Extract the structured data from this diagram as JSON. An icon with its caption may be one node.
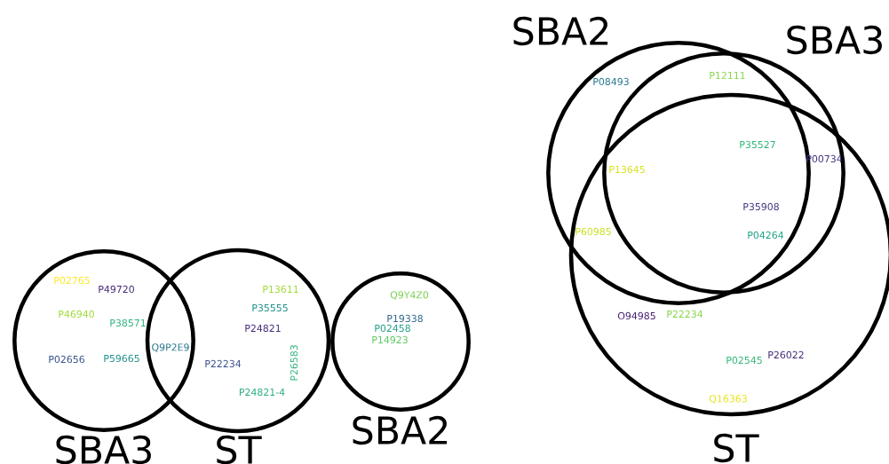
{
  "diagram": {
    "nodes": [
      {
        "text": [
          "SBA3"
        ]
      },
      {
        "text": [
          "ST"
        ]
      },
      {
        "text": [
          "SBA2"
        ]
      },
      {
        "text": [
          "SBA2"
        ]
      },
      {
        "text": [
          "SBA3"
        ]
      },
      {
        "text": [
          "ST"
        ]
      }
    ],
    "labels": [
      "P02765",
      "P49720",
      "P46940",
      "P38571",
      "P02656",
      "P59665",
      "Q9P2E9",
      "P13611",
      "P35555",
      "P24821",
      "P26583",
      "P22234",
      "P24821-4",
      "Q9Y4Z0",
      "P19338",
      "P02458",
      "P14923",
      "P08493",
      "P12111",
      "P35527",
      "P00734",
      "P13645",
      "P35908",
      "P60985",
      "P04264",
      "O94985",
      "P22234",
      "P02545",
      "P26022",
      "Q16363"
    ]
  }
}
